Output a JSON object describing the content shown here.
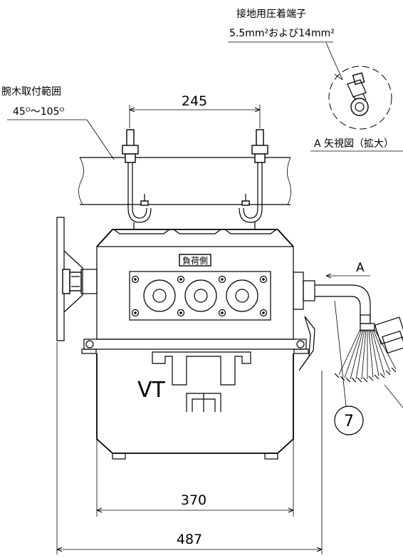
{
  "labels": {
    "ground_terminal_title": "接地用圧着端子",
    "ground_terminal_sizes": "5.5mm²および14mm²",
    "arm_range_title": "腕木取付範囲",
    "arm_range_value": "45ᴼ～105ᴼ",
    "view_a_caption": "A 矢視図（拡大）",
    "arrow_a": "A",
    "load_side_plate": "負荷側",
    "vt_mark": "VT",
    "item_number": "7"
  },
  "dimensions": {
    "clamp_spacing": "245",
    "body_width": "370",
    "overall_width": "487"
  }
}
